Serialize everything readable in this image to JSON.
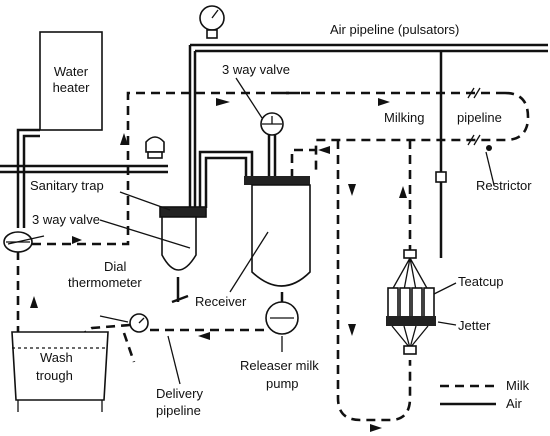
{
  "labels": {
    "air_pipeline": "Air pipeline (pulsators)",
    "water_heater_line1": "Water",
    "water_heater_line2": "heater",
    "three_way_valve_top": "3 way valve",
    "milking": "Milking",
    "pipeline": "pipeline",
    "restrictor": "Restrictor",
    "sanitary_trap": "Sanitary trap",
    "three_way_valve_left": "3 way valve",
    "dial_thermometer_line1": "Dial",
    "dial_thermometer_line2": "thermometer",
    "receiver": "Receiver",
    "teatcup": "Teatcup",
    "jetter": "Jetter",
    "wash_trough_line1": "Wash",
    "wash_trough_line2": "trough",
    "delivery_pipeline_line1": "Delivery",
    "delivery_pipeline_line2": "pipeline",
    "releaser_line1": "Releaser milk",
    "releaser_line2": "pump"
  },
  "legend": {
    "milk": "Milk",
    "air": "Air"
  }
}
